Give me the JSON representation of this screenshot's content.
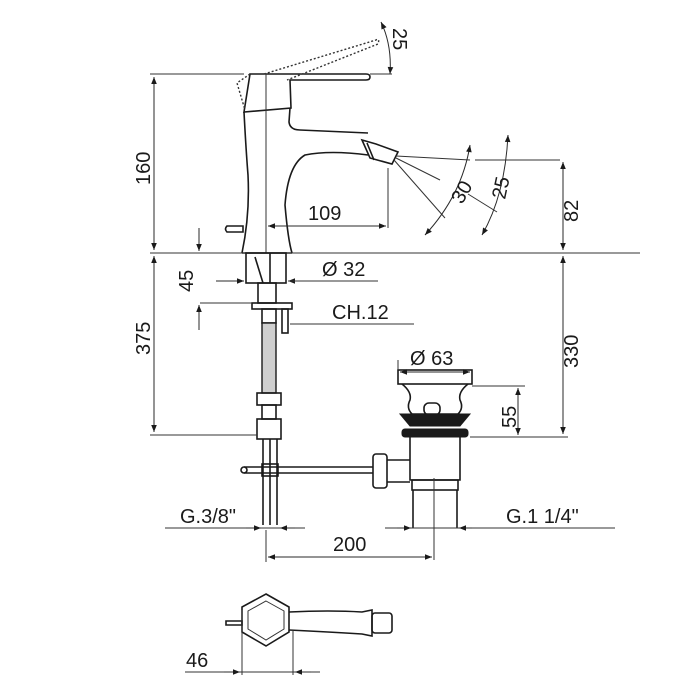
{
  "drawing": {
    "title": "Bidet mixer technical drawing",
    "dimensions": {
      "lever_angle": "25",
      "height_total": "160",
      "spout_reach": "109",
      "spray_angle_1": "30",
      "spray_angle_2": "25",
      "spout_height": "82",
      "base_height": "45",
      "base_diameter": "Ø 32",
      "wrench_size": "CH.12",
      "below_deck_length": "375",
      "waste_depth": "330",
      "waste_diameter": "Ø 63",
      "waste_height": "55",
      "supply_thread": "G.3/8\"",
      "waste_thread": "G.1 1/4\"",
      "centre_distance": "200",
      "plan_width": "46"
    },
    "colors": {
      "line": "#1a1a1a",
      "background": "#ffffff"
    }
  }
}
